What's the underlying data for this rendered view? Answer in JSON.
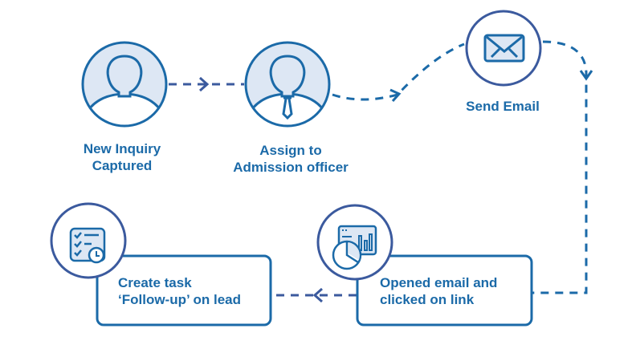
{
  "colors": {
    "primary": "#1b6aa8",
    "circle_dark": "#3b5a9e",
    "fill_light": "#dde7f4",
    "arrow": "#3b5a9e"
  },
  "nodes": {
    "new_inquiry": {
      "line1": "New Inquiry",
      "line2": "Captured",
      "icon": "person-icon"
    },
    "assign": {
      "line1": "Assign to",
      "line2": "Admission officer",
      "icon": "person-with-tie-icon"
    },
    "send_email": {
      "line1": "Send Email",
      "icon": "envelope-icon"
    },
    "opened_email": {
      "line1": "Opened email and",
      "line2": "clicked on link",
      "icon": "analytics-dashboard-icon"
    },
    "create_task": {
      "line1": "Create task",
      "line2": "‘Follow-up’ on lead",
      "icon": "task-checklist-clock-icon"
    }
  }
}
